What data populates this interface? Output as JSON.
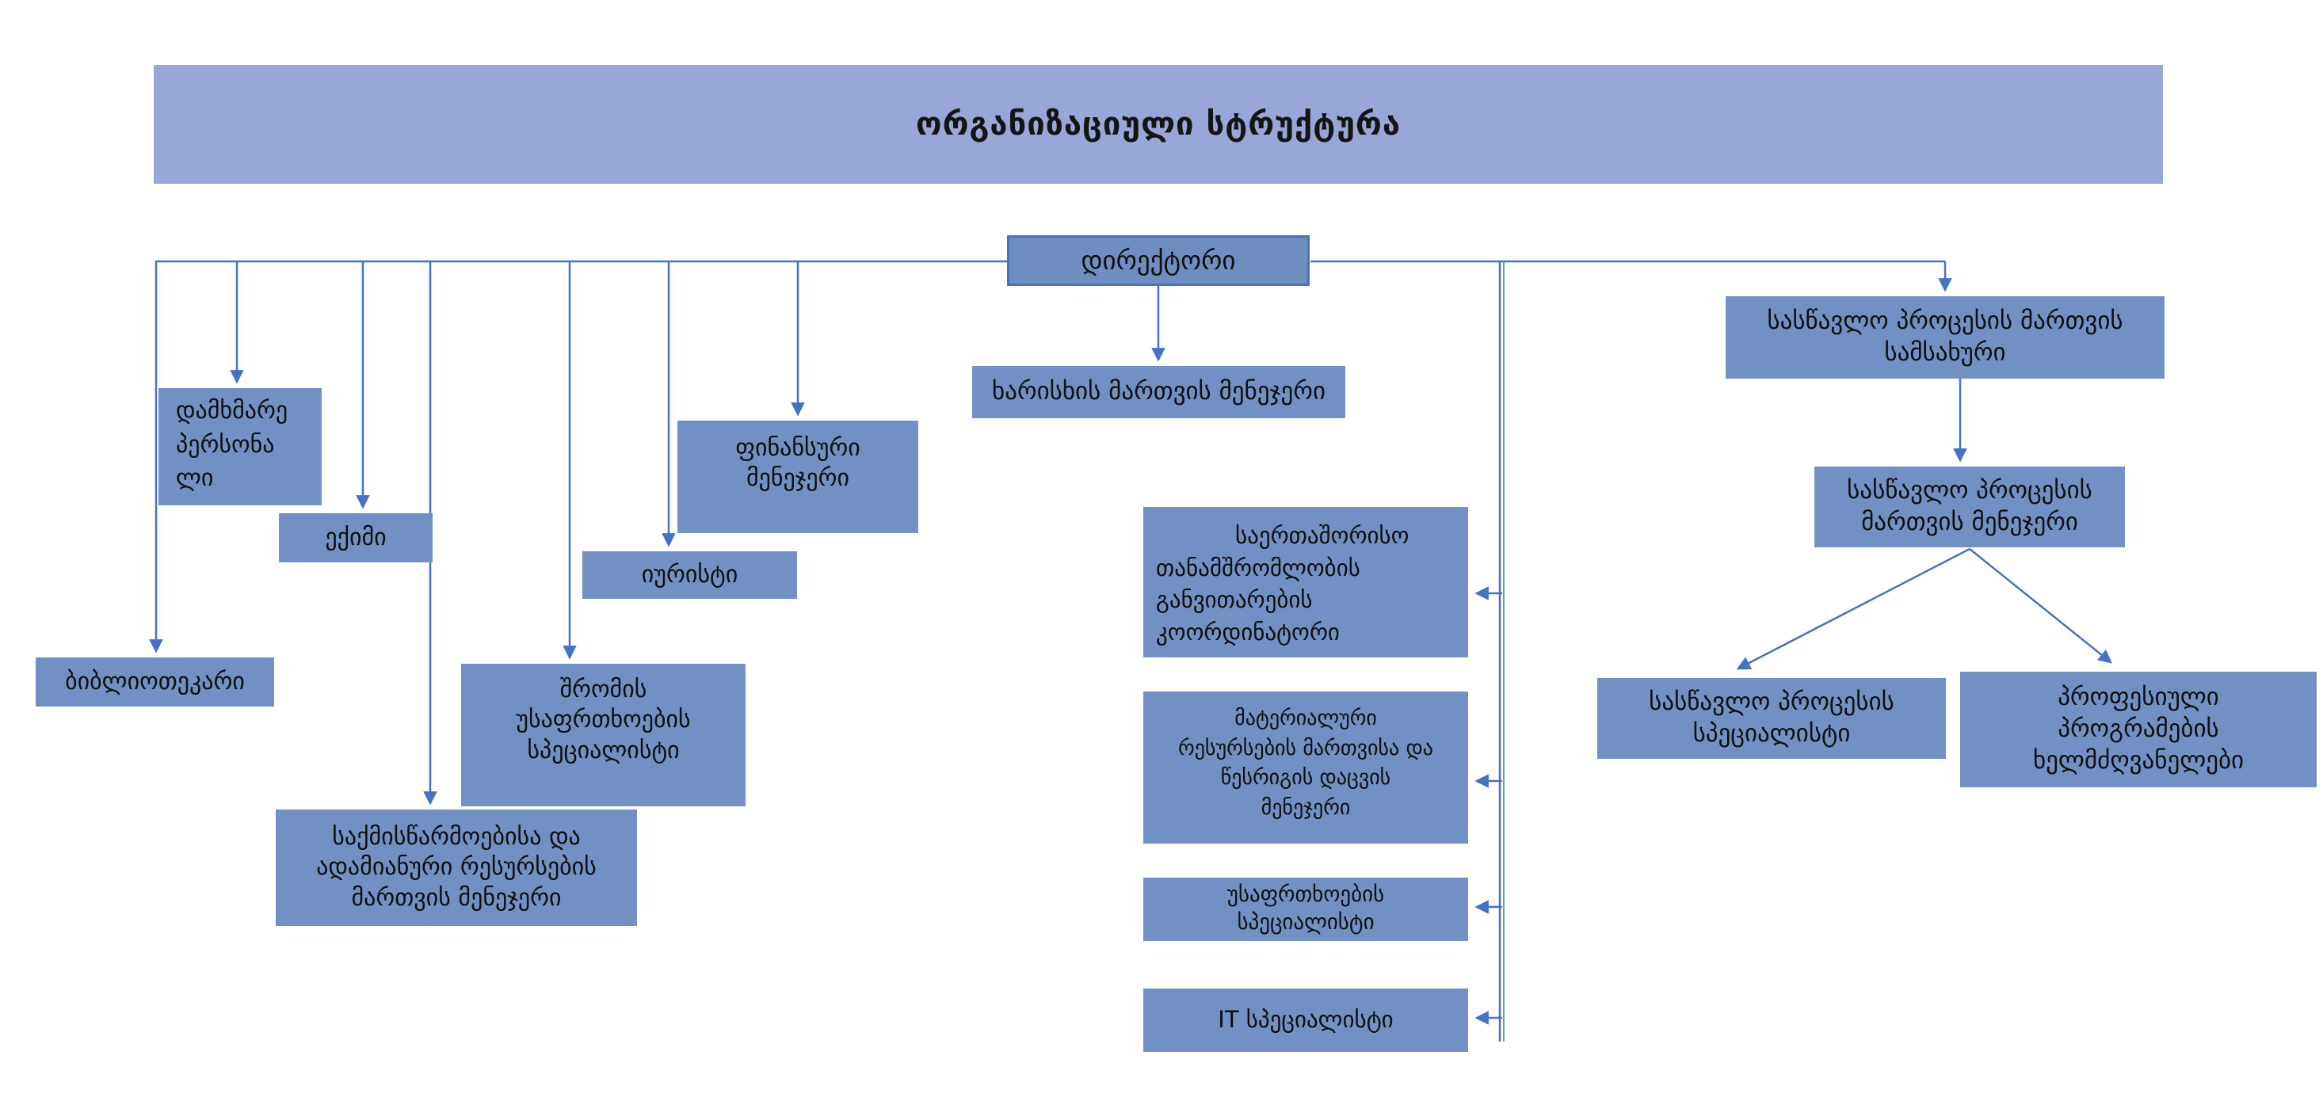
{
  "title_bar": {
    "text": "ორგანიზაციული სტრუქტურა"
  },
  "colors": {
    "accent_line": "#4472c4",
    "node_fill": "#7191c4",
    "director_fill": "#6e8ebf",
    "header_fill": "#98a6d8",
    "text": "#0e0e0e",
    "background": "#ffffff"
  },
  "nodes": {
    "director": {
      "label": "დირექტორი"
    },
    "quality_manager": {
      "label": "ხარისხის მართვის მენეჯერი"
    },
    "support_staff": {
      "label": "დამხმარე\nპერსონა\nლი"
    },
    "doctor": {
      "label": "ექიმი"
    },
    "finance_manager": {
      "label": "ფინანსური\nმენეჯერი"
    },
    "lawyer": {
      "label": "იურისტი"
    },
    "librarian": {
      "label": "ბიბლიოთეკარი"
    },
    "labor_safety_specialist": {
      "label": "შრომის\nუსაფრთხოების\nსპეციალისტი"
    },
    "records_hr_manager": {
      "label": "საქმისწარმოებისა და\nადამიანური რესურსების\nმართვის მენეჯერი"
    },
    "intl_cooperation_coordinator": {
      "label": "საერთაშორისო\nთანამშრომლობის\nგანვითარების\nკოორდინატორი"
    },
    "material_resources_manager": {
      "label": "მატერიალური\nრესურსების მართვისა და\nწესრიგის დაცვის\nმენეჯერი"
    },
    "security_specialist": {
      "label": "უსაფრთხოების\nსპეციალისტი"
    },
    "it_specialist": {
      "label": "IT სპეციალისტი"
    },
    "edu_process_office": {
      "label": "სასწავლო პროცესის მართვის\nსამსახური"
    },
    "edu_process_manager": {
      "label": "სასწავლო პროცესის\nმართვის მენეჯერი"
    },
    "edu_process_specialist": {
      "label": "სასწავლო პროცესის\nსპეციალისტი"
    },
    "program_heads": {
      "label": "პროფესიული\nპროგრამების\nხელმძღვანელები"
    }
  }
}
